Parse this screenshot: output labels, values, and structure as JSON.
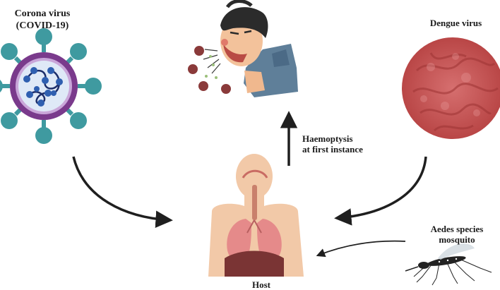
{
  "labels": {
    "corona_line1": "Corona virus",
    "corona_line2": "(COVID-19)",
    "dengue": "Dengue virus",
    "haemoptysis_line1": "Haemoptysis",
    "haemoptysis_line2": "at first instance",
    "host": "Host",
    "aedes_line1": "Aedes species",
    "aedes_line2": "mosquito"
  },
  "colors": {
    "arrow": "#1f1f1f",
    "corona_spike": "#3f9aa0",
    "corona_body": "#7a3a8c",
    "corona_rna": "#2f5fb0",
    "dengue": "#c95b5b",
    "skin": "#f2c9a8",
    "lung": "#e58a8a",
    "mosquito": "#222222"
  },
  "icons": [
    "coronavirus-icon",
    "dengue-virus-icon",
    "sneezing-person-icon",
    "host-body-icon",
    "mosquito-icon"
  ]
}
